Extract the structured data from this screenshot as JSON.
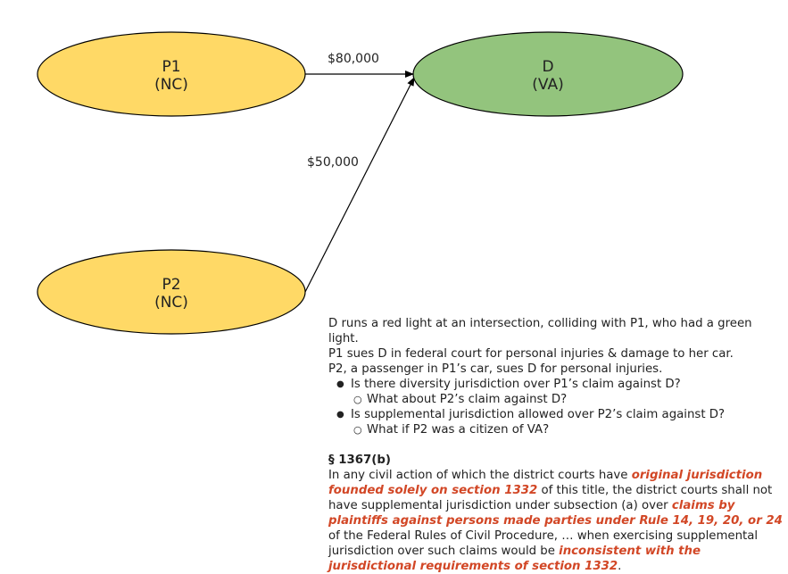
{
  "nodes": {
    "p1": {
      "line1": "P1",
      "line2": "(NC)",
      "fill": "#ffd966"
    },
    "d": {
      "line1": "D",
      "line2": "(VA)",
      "fill": "#93c47d"
    },
    "p2": {
      "line1": "P2",
      "line2": "(NC)",
      "fill": "#ffd966"
    }
  },
  "edges": {
    "p1_to_d": "$80,000",
    "p2_to_d": "$50,000"
  },
  "facts": {
    "line1": "D runs a red light at an intersection, colliding with P1, who had a green light.",
    "line2": "P1 sues D in federal court for personal injuries & damage to her car.",
    "line3": "P2, a passenger in P1’s car, sues D for personal injuries."
  },
  "questions": [
    {
      "text": "Is there diversity jurisdiction over P1’s claim against D?",
      "sub": "What about P2’s claim against D?"
    },
    {
      "text": "Is supplemental jurisdiction allowed over P2’s claim against D?",
      "sub": "What if P2 was a citizen of VA?"
    }
  ],
  "statute": {
    "heading": "§ 1367(b)",
    "t1": "In any civil action of which the district courts have ",
    "h1": "original jurisdiction founded solely on section 1332",
    "t2": " of this title, the district courts shall not have supplemental jurisdiction under subsection (a) over ",
    "h2": "claims by plaintiffs against persons made parties under Rule 14, 19, 20, or 24",
    "t3": " of the Federal Rules of Civil Procedure, … when exercising supplemental jurisdiction over such claims would be ",
    "h3": "inconsistent with the jurisdictional requirements of section 1332",
    "t4": "."
  },
  "colors": {
    "highlight": "#d24726",
    "stroke": "#000000"
  }
}
